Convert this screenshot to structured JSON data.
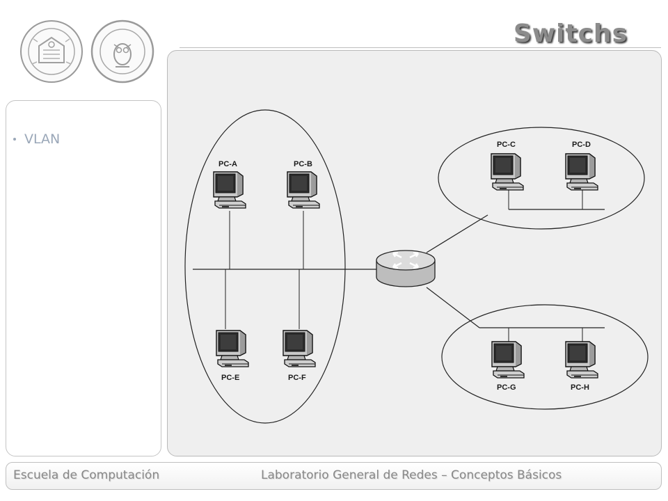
{
  "slide": {
    "title": "Switchs",
    "bullets": [
      "VLAN"
    ]
  },
  "logos": [
    {
      "icon": "university-seal-icon"
    },
    {
      "icon": "faculty-of-sciences-seal-icon"
    }
  ],
  "diagram": {
    "router_icon": "router-icon",
    "pc_icon": "computer-icon",
    "pcs": [
      "PC-A",
      "PC-B",
      "PC-C",
      "PC-D",
      "PC-E",
      "PC-F",
      "PC-G",
      "PC-H"
    ]
  },
  "footer": {
    "left": "Escuela de Computación",
    "right": "Laboratorio General de Redes – Conceptos Básicos"
  },
  "colors": {
    "title": "#8c8c8c",
    "panel_background": "#efefef",
    "bullet": "#9aa7b8",
    "footer_text": "#888888"
  }
}
